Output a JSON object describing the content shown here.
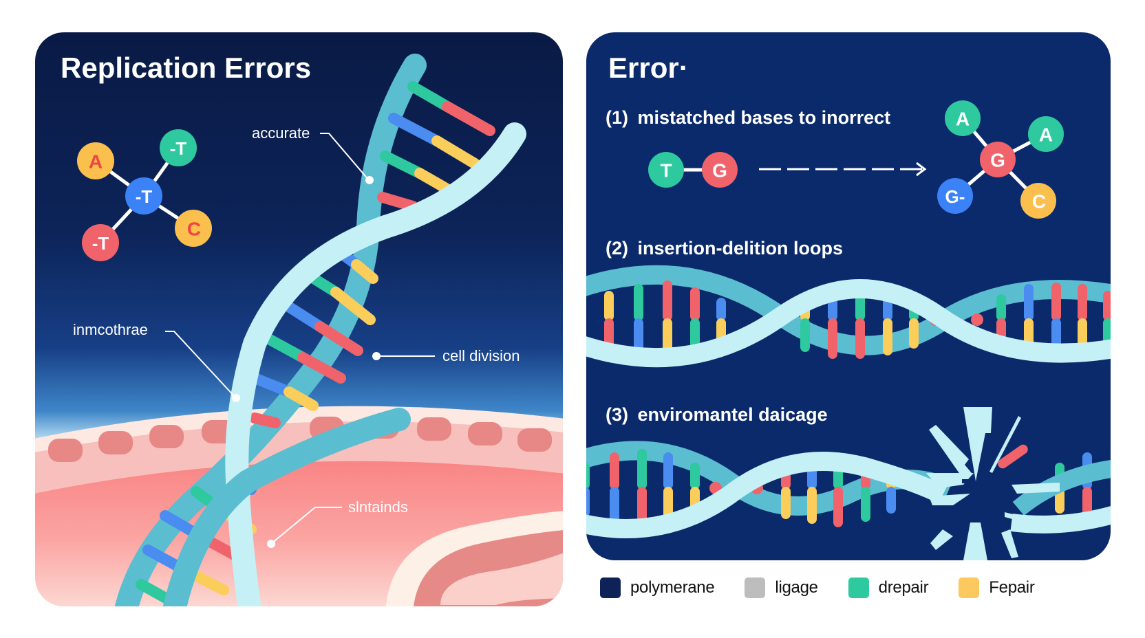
{
  "left_panel": {
    "title": "Replication Errors",
    "molecule": {
      "center": {
        "label": "-T",
        "color": "#3b82f6",
        "text_color": "#ffffff"
      },
      "nodes": [
        {
          "label": "A",
          "color": "#fbbf4d",
          "text_color": "#ef4444"
        },
        {
          "label": "-T",
          "color": "#2ec99e",
          "text_color": "#ffffff"
        },
        {
          "label": "-T",
          "color": "#f0636b",
          "text_color": "#ffffff"
        },
        {
          "label": "C",
          "color": "#fbbf4d",
          "text_color": "#ef4444"
        }
      ]
    },
    "callouts": {
      "accurate": "accurate",
      "inmcothrae": "inmcothrae",
      "cell_division": "cell division",
      "slntainds": "slntainds"
    }
  },
  "right_panel": {
    "title": "Error·",
    "sections": [
      {
        "number": "(1)",
        "text": "mistatched bases to inorrect"
      },
      {
        "number": "(2)",
        "text": "insertion-delition loops"
      },
      {
        "number": "(3)",
        "text": "enviromantel daicage"
      }
    ],
    "pair": [
      {
        "label": "T",
        "color": "#2ec99e"
      },
      {
        "label": "G",
        "color": "#f0636b"
      }
    ],
    "cluster": {
      "center": {
        "label": "G",
        "color": "#f0636b"
      },
      "nodes": [
        {
          "label": "A",
          "color": "#2ec99e"
        },
        {
          "label": "A",
          "color": "#2ec99e"
        },
        {
          "label": "G-",
          "color": "#3b82f6"
        },
        {
          "label": "C",
          "color": "#fbbf4d"
        }
      ]
    }
  },
  "legend": [
    {
      "label": "polymerane",
      "color": "#0d2257"
    },
    {
      "label": "ligage",
      "color": "#bdbdbd"
    },
    {
      "label": "drepair",
      "color": "#2ec99e"
    },
    {
      "label": "Fepair",
      "color": "#fcc95e"
    }
  ],
  "colors": {
    "navy_dark": "#0a1a45",
    "navy": "#0b2a6b",
    "strand_light": "#c5f0f5",
    "strand_teal": "#5bbdd0",
    "base_green": "#2ec99e",
    "base_red": "#f0636b",
    "base_blue": "#4a8cf0",
    "base_yellow": "#fbcd5b"
  }
}
